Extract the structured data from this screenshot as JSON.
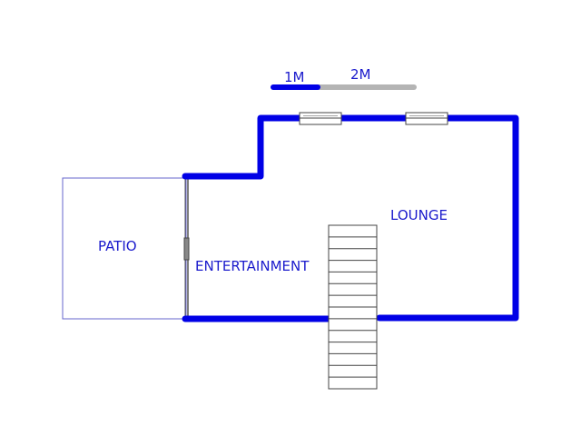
{
  "colors": {
    "wall": "#0000e6",
    "label": "#1a1acc",
    "scale_grey": "#b4b4b4",
    "outline": "#6666cc",
    "stair_line": "#444444"
  },
  "scale_bar": {
    "label_1": "1M",
    "label_2": "2M"
  },
  "rooms": {
    "patio": "PATIO",
    "entertainment": "ENTERTAINMENT",
    "lounge": "LOUNGE"
  },
  "stairs": {
    "steps": 14
  },
  "windows": {
    "count": 2
  }
}
